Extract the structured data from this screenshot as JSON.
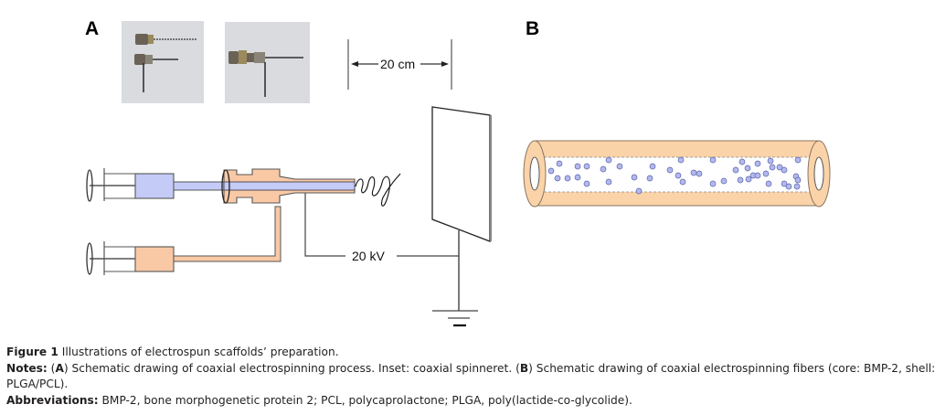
{
  "panels": {
    "a_label": "A",
    "b_label": "B"
  },
  "diagram_a": {
    "distance_label": "20 cm",
    "voltage_label": "20 kV",
    "inset_description": "coaxial spinneret photos",
    "core_color": "#c5cbf7",
    "shell_color": "#f9c9a6",
    "outline_color": "#3a3a3a"
  },
  "diagram_b": {
    "shell_color": "#fad3a8",
    "particle_color": "#b3b9ef"
  },
  "caption": {
    "figure_label": "Figure 1",
    "figure_title": " Illustrations of electrospun scaffolds’ preparation.",
    "notes_label": "Notes:",
    "notes_a_open": " (",
    "notes_a_letter": "A",
    "notes_a_text": ") Schematic drawing of coaxial electrospinning process. Inset: coaxial spinneret. (",
    "notes_b_letter": "B",
    "notes_b_text": ") Schematic drawing of coaxial electrospinning fibers (core: BMP-2, shell:",
    "notes_line2": "PLGA/PCL).",
    "abbrev_label": "Abbreviations:",
    "abbrev_text": " BMP-2, bone morphogenetic protein 2; PCL, polycaprolactone; PLGA, poly(lactide-co-glycolide)."
  }
}
